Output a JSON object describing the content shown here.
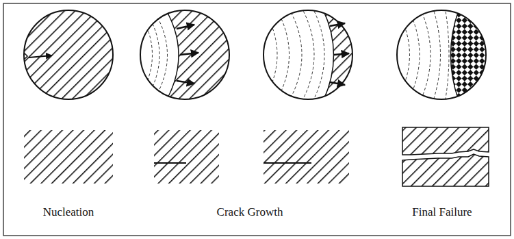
{
  "diagram": {
    "labels": [
      "Nucleation",
      "Crack Growth",
      "Final Failure"
    ]
  }
}
